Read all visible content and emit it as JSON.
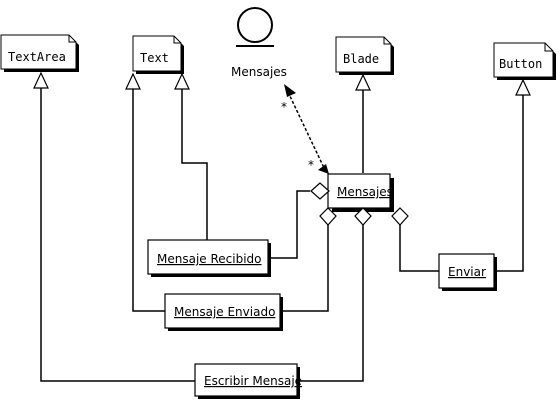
{
  "lib_classes": {
    "textarea": "TextArea",
    "text": "Text",
    "blade": "Blade",
    "button": "Button"
  },
  "actor": {
    "label": "Mensajes"
  },
  "classes": {
    "mensajes": "Mensajes",
    "recibido": "Mensaje Recibido",
    "enviado": "Mensaje Enviado",
    "escribir": "Escribir Mensaje",
    "enviar": "Enviar"
  },
  "multiplicity": {
    "actor_end": "*",
    "class_end": "*"
  }
}
